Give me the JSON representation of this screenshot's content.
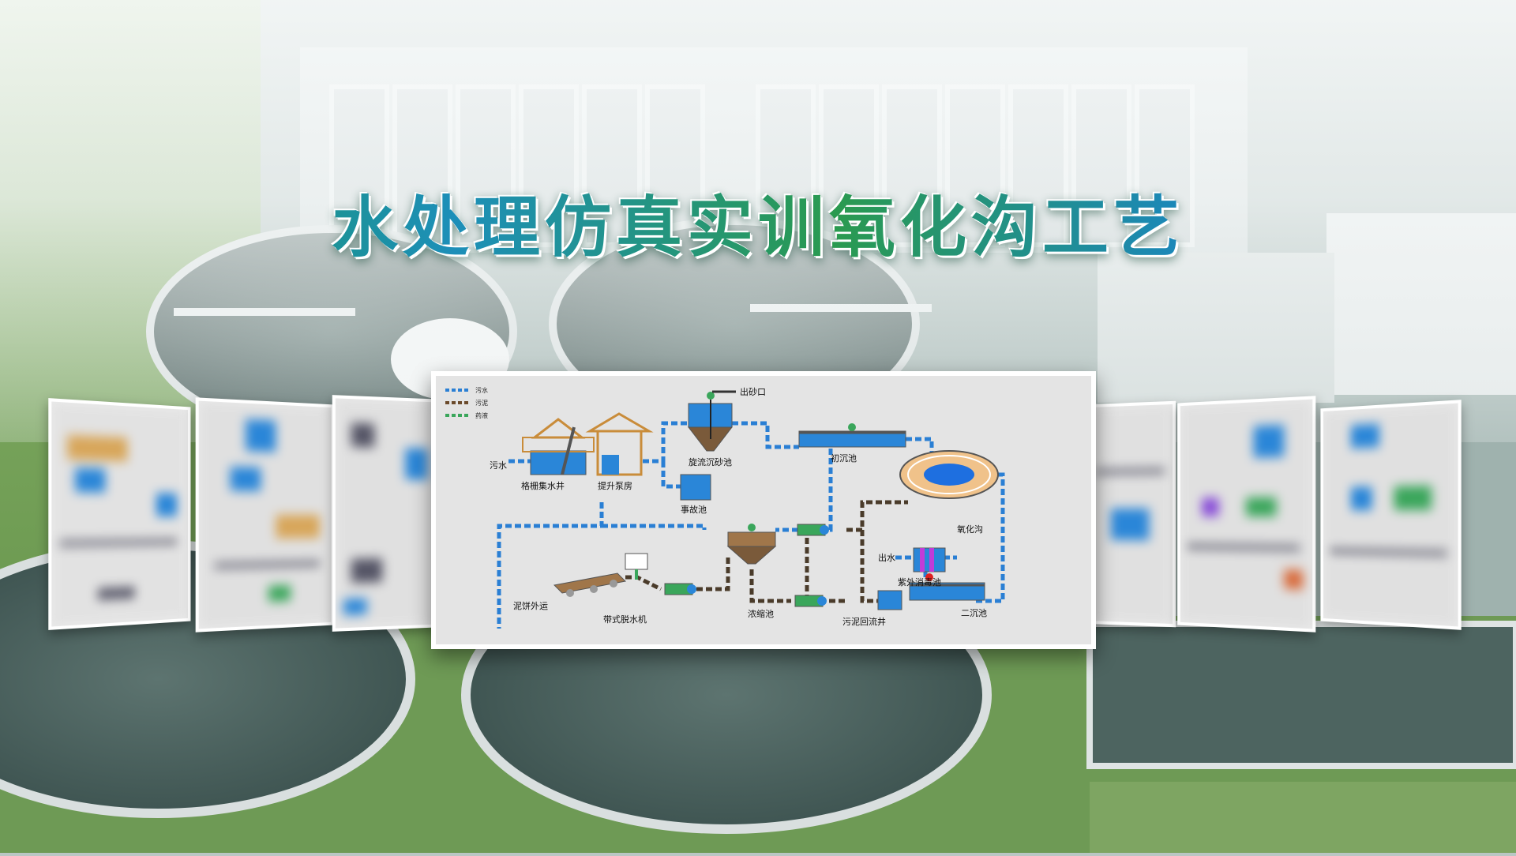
{
  "title": "水处理仿真实训氧化沟工艺",
  "colors": {
    "title_green": "#1a9a3f",
    "title_blue": "#1d8fb9",
    "water_blue": "#1e88e5",
    "pipe_dark": "#4a3b2a",
    "panel_gray": "#e6e6e6"
  },
  "diagram": {
    "legend": [
      {
        "label": "污水",
        "color": "#2a7fd4"
      },
      {
        "label": "污泥",
        "color": "#6b4a2b"
      },
      {
        "label": "药液",
        "color": "#3aa65b"
      }
    ],
    "labels": {
      "sewage_in": "污水",
      "grille_well": "格栅集水井",
      "pump_house": "提升泵房",
      "grit_outlet": "出砂口",
      "vortex_grit": "旋流沉砂池",
      "emergency_pool": "事故池",
      "primary_settling": "初沉池",
      "oxidation_ditch": "氧化沟",
      "effluent": "出水",
      "uv_disinfection": "紫外消毒池",
      "secondary_settling": "二沉池",
      "sludge_return_well": "污泥回流井",
      "thickener": "浓缩池",
      "belt_press": "带式脱水机",
      "cake_out": "泥饼外运"
    }
  }
}
